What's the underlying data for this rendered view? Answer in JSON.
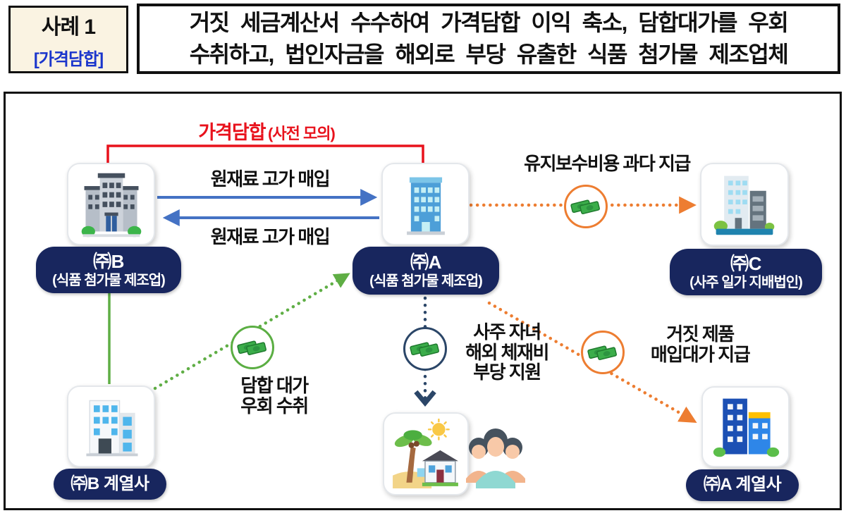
{
  "header": {
    "case_label": "사례 1",
    "case_tag": "[가격담합]",
    "title_line1": "거짓 세금계산서 수수하여 가격담합 이익 축소, 담합대가를 우회",
    "title_line2": "수취하고, 법인자금을 해외로 부당 유출한 식품 첨가물 제조업체"
  },
  "diagram": {
    "collusion": {
      "label": "가격담합",
      "sublabel": "(사전 모의)"
    },
    "flows": {
      "raw_material_buy_top": "원재료 고가 매입",
      "raw_material_buy_bottom": "원재료 고가 매입",
      "maintenance_overpay": "유지보수비용 과다 지급",
      "collusion_payment": [
        "담합 대가",
        "우회 수취"
      ],
      "overseas_support": [
        "사주 자녀",
        "해외 체재비",
        "부당 지원"
      ],
      "fake_product_payment": [
        "거짓 제품",
        "매입대가 지급"
      ]
    },
    "entities": {
      "company_b": {
        "name": "㈜B",
        "desc": "(식품 첨가물 제조업)"
      },
      "company_a": {
        "name": "㈜A",
        "desc": "(식품 첨가물 제조업)"
      },
      "company_c": {
        "name": "㈜C",
        "desc": "(사주 일가 지배법인)"
      },
      "company_b_affiliate": {
        "name": "㈜B 계열사"
      },
      "company_a_affiliate": {
        "name": "㈜A 계열사"
      }
    },
    "icons": {
      "money": "money-bills-icon",
      "company_b": "gray-office-building-icon",
      "company_a": "blue-office-building-icon",
      "company_c": "twin-towers-building-icon",
      "company_b_affiliate": "white-office-building-icon",
      "company_a_affiliate": "blue-twin-buildings-icon",
      "overseas": "beach-palm-house-icon",
      "family": "family-group-icon"
    },
    "colors": {
      "collusion_red": "#E8121C",
      "arrow_blue": "#4472C4",
      "dotted_orange": "#ED7D31",
      "green": "#5FAE45",
      "navy_pill": "#18265E",
      "dotted_navy": "#2B4668",
      "header_cream": "#FAF3E2",
      "tag_blue": "#1A35CC"
    }
  }
}
